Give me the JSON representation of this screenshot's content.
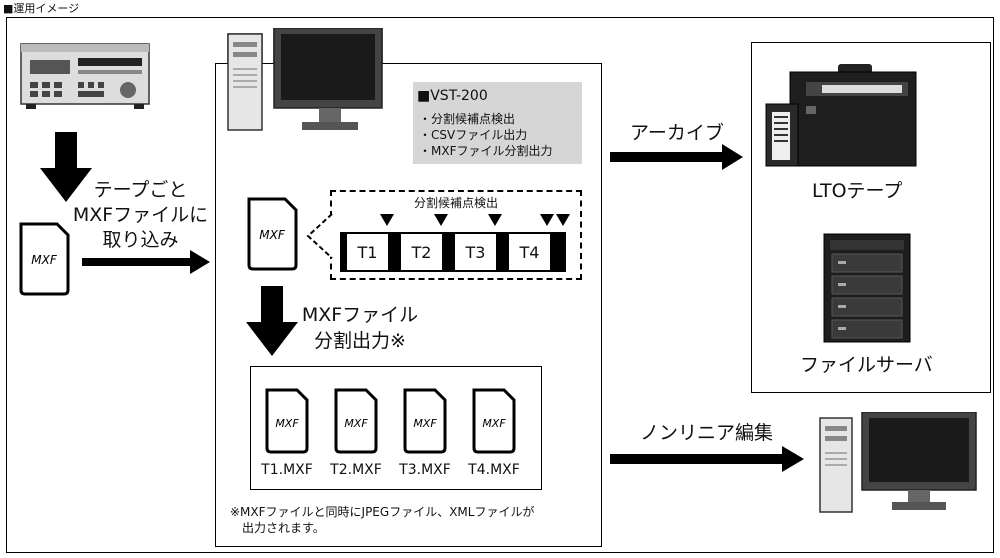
{
  "caption": "■運用イメージ",
  "import_label": [
    "テープごと",
    "MXFファイルに",
    "取り込み"
  ],
  "vst": {
    "title": "■VST-200",
    "features": [
      "・分割候補点検出",
      "・CSVファイル出力",
      "・MXFファイル分割出力"
    ]
  },
  "segments": {
    "title": "分割候補点検出",
    "labels": [
      "T1",
      "T2",
      "T3",
      "T4"
    ]
  },
  "split_label": [
    "MXFファイル",
    "分割出力※"
  ],
  "output_files": [
    "T1.MXF",
    "T2.MXF",
    "T3.MXF",
    "T4.MXF"
  ],
  "note": [
    "※MXFファイルと同時にJPEGファイル、XMLファイルが",
    "出力されます。"
  ],
  "archive_label": "アーカイブ",
  "lto_label": "LTOテープ",
  "fileserver_label": "ファイルサーバ",
  "nle_label": "ノンリニア編集",
  "file_icon_logo": "MXF"
}
